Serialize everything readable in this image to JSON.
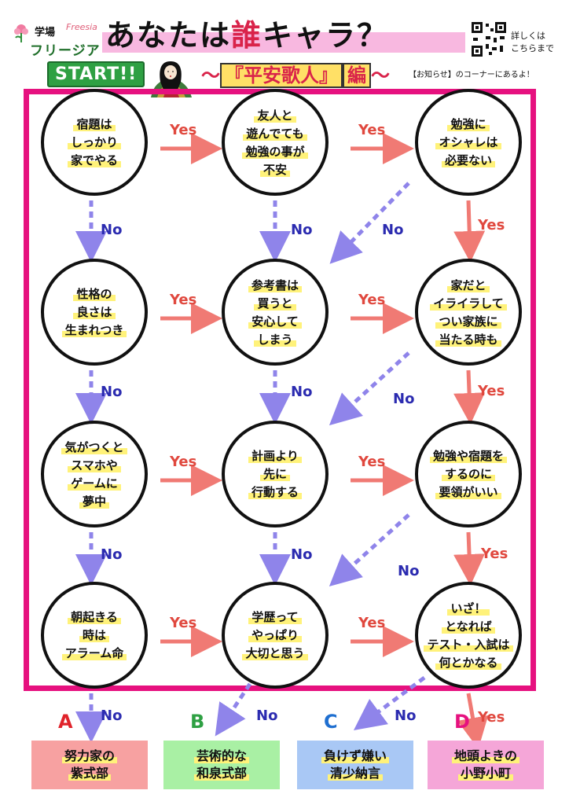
{
  "header": {
    "logo": {
      "top": "学場",
      "script": "Freesia",
      "name": "フリージア"
    },
    "title_pre": "あなたは",
    "title_hl": "誰",
    "title_post": "キャラ？",
    "qr_note_1": "詳しくは",
    "qr_note_2": "こちらまで",
    "start_label": "START!!",
    "subtitle_tilde_left": "〜",
    "subtitle_text": "『平安歌人』",
    "subtitle_suffix": "編",
    "subtitle_tilde_right": "〜",
    "notice": "【お知らせ】のコーナーにあるよ！"
  },
  "nodes": [
    {
      "id": "q1",
      "lines": [
        "宿題は",
        "しっかり",
        "家でやる"
      ]
    },
    {
      "id": "q2",
      "lines": [
        "友人と",
        "遊んでても",
        "勉強の事が",
        "不安"
      ]
    },
    {
      "id": "q3",
      "lines": [
        "勉強に",
        "オシャレは",
        "必要ない"
      ]
    },
    {
      "id": "q4",
      "lines": [
        "性格の",
        "良さは",
        "生まれつき"
      ]
    },
    {
      "id": "q5",
      "lines": [
        "参考書は",
        "買うと",
        "安心して",
        "しまう"
      ]
    },
    {
      "id": "q6",
      "lines": [
        "家だと",
        "イライラして",
        "つい家族に",
        "当たる時も"
      ]
    },
    {
      "id": "q7",
      "lines": [
        "気がつくと",
        "スマホや",
        "ゲームに",
        "夢中"
      ]
    },
    {
      "id": "q8",
      "lines": [
        "計画より",
        "先に",
        "行動する"
      ]
    },
    {
      "id": "q9",
      "lines": [
        "勉強や宿題を",
        "するのに",
        "要領がいい"
      ]
    },
    {
      "id": "q10",
      "lines": [
        "朝起きる",
        "時は",
        "アラーム命"
      ]
    },
    {
      "id": "q11",
      "lines": [
        "学歴って",
        "やっぱり",
        "大切と思う"
      ]
    },
    {
      "id": "q12",
      "lines": [
        "いざ！",
        "となれば",
        "テスト・入試は",
        "何とかなる"
      ]
    }
  ],
  "labels": {
    "yes": "Yes",
    "no": "No"
  },
  "results": [
    {
      "letter": "A",
      "letter_color": "#e0232b",
      "bg": "#f7a1a1",
      "lines": [
        "努力家の",
        "紫式部"
      ]
    },
    {
      "letter": "B",
      "letter_color": "#2ea043",
      "bg": "#a9f0a4",
      "lines": [
        "芸術的な",
        "和泉式部"
      ]
    },
    {
      "letter": "C",
      "letter_color": "#1f6fd0",
      "bg": "#a9c8f5",
      "lines": [
        "負けず嫌い",
        "清少納言"
      ]
    },
    {
      "letter": "D",
      "letter_color": "#e6117f",
      "bg": "#f5a6d8",
      "lines": [
        "地頭よきの",
        "小野小町"
      ]
    }
  ],
  "colors": {
    "frame": "#e6117f",
    "yes_arrow": "#f07a74",
    "no_arrow": "#8f84ea",
    "highlight": "#fff27a"
  }
}
